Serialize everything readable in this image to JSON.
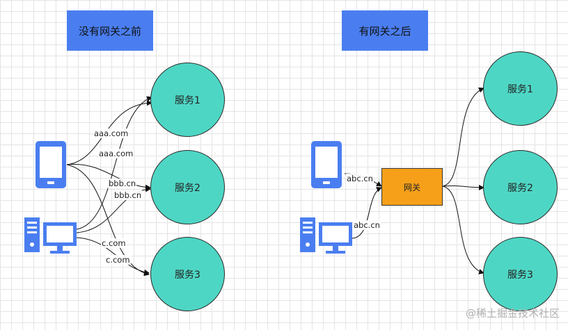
{
  "left": {
    "title": "没有网关之前",
    "services": [
      "服务1",
      "服务2",
      "服务3"
    ],
    "labels": [
      "aaa.com",
      "aaa.com",
      "bbb.cn",
      "bbb.cn",
      "c.com",
      "c.com"
    ]
  },
  "right": {
    "title": "有网关之后",
    "gateway": "网关",
    "services": [
      "服务1",
      "服务2",
      "服务3"
    ],
    "labels": [
      "abc.cn",
      "abc.cn"
    ]
  },
  "watermark": "@稀土掘金技术社区",
  "colors": {
    "title_bg": "#4a7ef0",
    "service": "#4ed6c4",
    "gateway": "#f6a01a",
    "device_icon": "#4a7ef0"
  },
  "icons": [
    "phone-icon",
    "desktop-computer-icon"
  ]
}
